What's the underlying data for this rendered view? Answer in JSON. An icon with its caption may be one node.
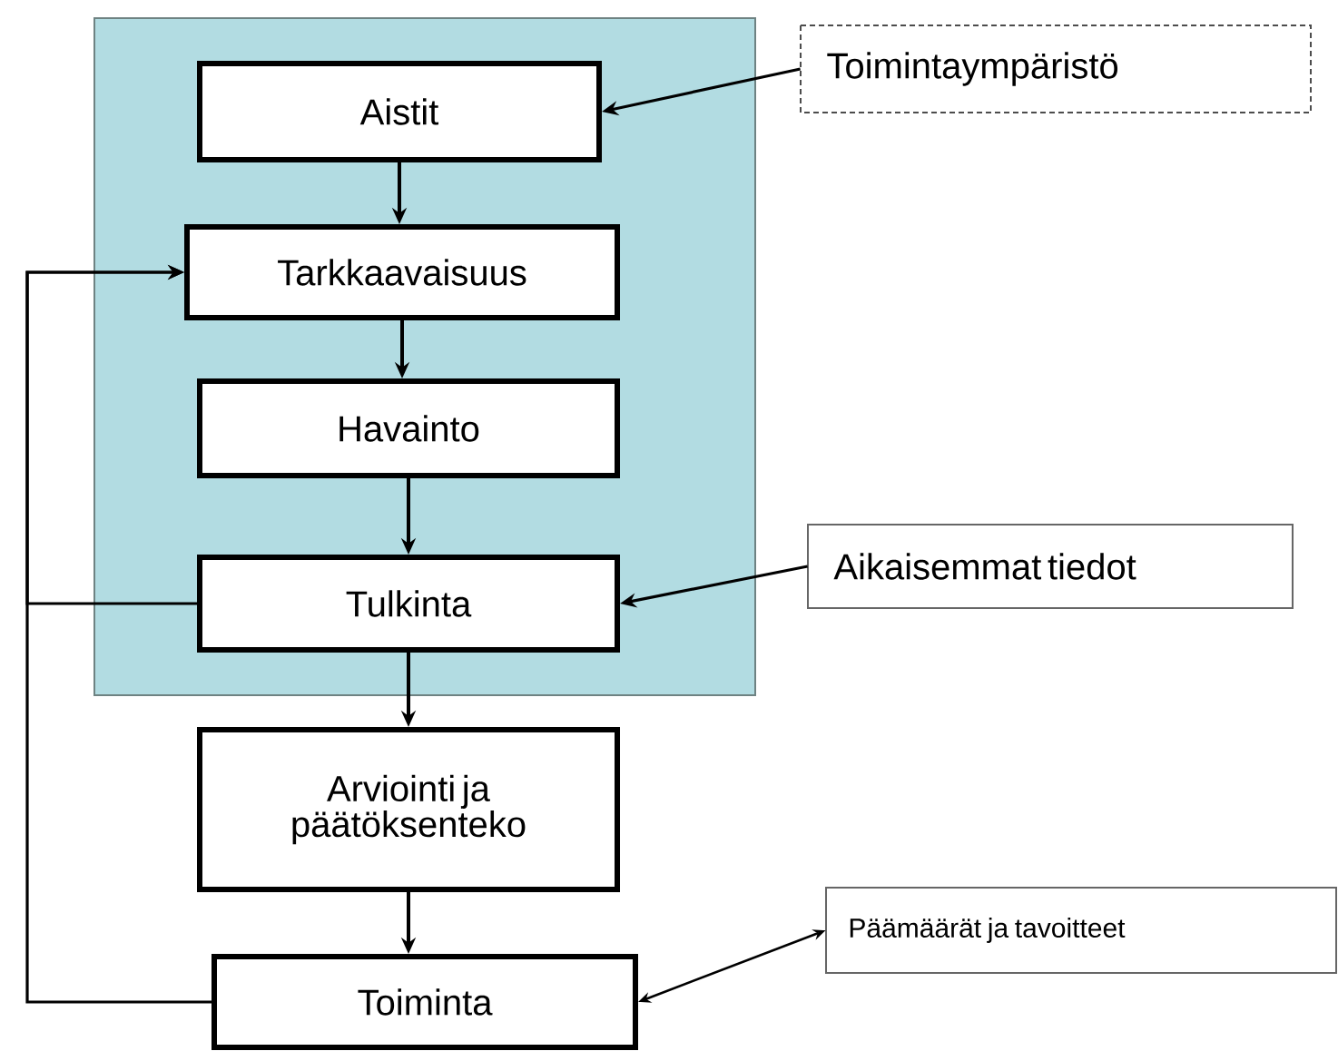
{
  "diagram": {
    "nodes": [
      {
        "text": [],
        "shape": "box"
      },
      {
        "text": [
          "Aistit"
        ],
        "in": 0
      },
      {
        "text": [
          "Tarkkaavaisuus"
        ],
        "in": 0
      },
      {
        "text": [
          "Havainto"
        ],
        "in": 0
      },
      {
        "text": [
          "Tulkinta"
        ],
        "in": 0
      },
      {
        "text": [
          "Arviointi ja päätöksenteko"
        ]
      },
      {
        "text": [
          "Toiminta"
        ]
      },
      {
        "text": [
          "Toimintaympäristö"
        ]
      },
      {
        "text": [
          "Aikaisemmat tiedot"
        ]
      },
      {
        "text": [
          "Päämäärät ja tavoitteet"
        ]
      }
    ],
    "edges": [
      {
        "from": 1,
        "to": 2,
        "arrow": "to"
      },
      {
        "from": 2,
        "to": 3,
        "arrow": "to"
      },
      {
        "from": 3,
        "to": 4,
        "arrow": "to"
      },
      {
        "from": 4,
        "to": 5,
        "arrow": "to"
      },
      {
        "from": 5,
        "to": 6,
        "arrow": "to"
      },
      {
        "from": 7,
        "to": 1,
        "arrow": "to"
      },
      {
        "from": 8,
        "to": 4,
        "arrow": "to"
      },
      {
        "from": 6,
        "to": 9,
        "arrow": "both"
      },
      {
        "from": 6,
        "to": 2,
        "arrow": "to"
      },
      {
        "from": 4,
        "to": 2,
        "arrow": "to"
      }
    ]
  }
}
